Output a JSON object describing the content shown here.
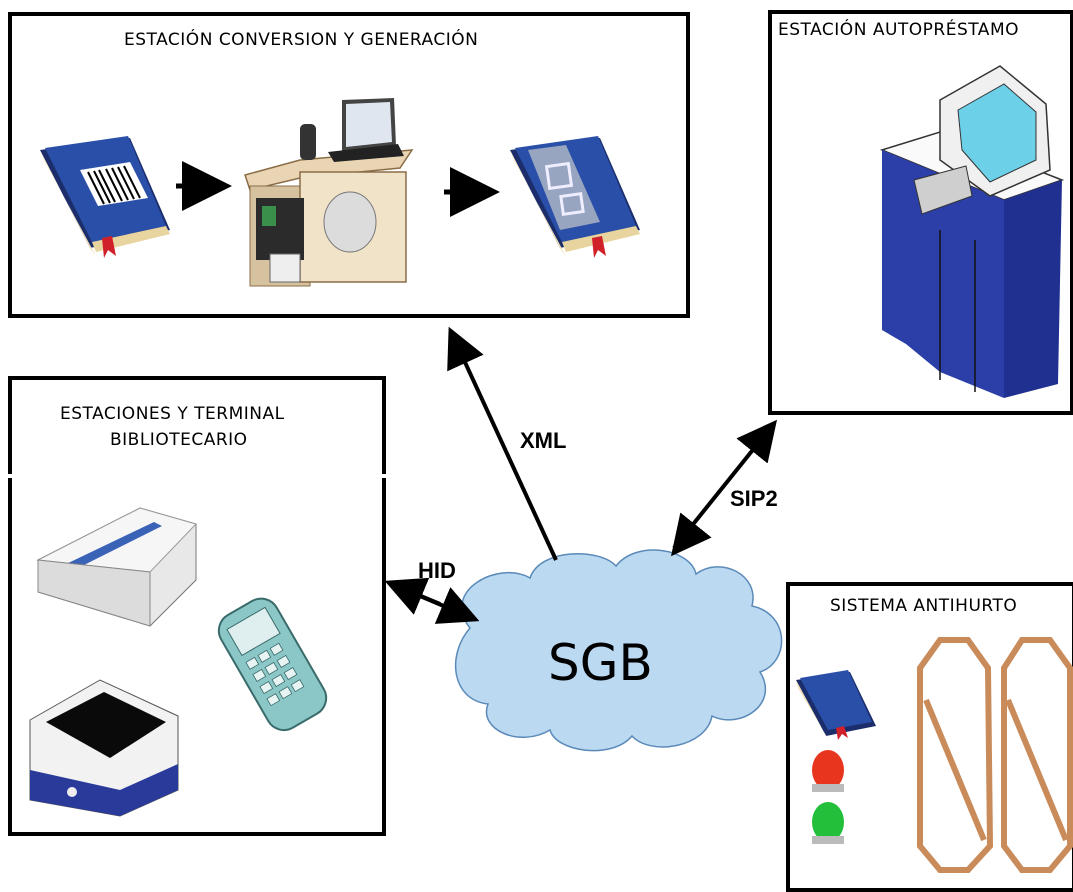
{
  "boxes": {
    "conversion": {
      "title": "ESTACIÓN CONVERSION Y GENERACIÓN"
    },
    "autoprestamo": {
      "title": "ESTACIÓN AUTOPRÉSTAMO"
    },
    "terminal": {
      "title_line1": "ESTACIONES Y TERMINAL",
      "title_line2": "BIBLIOTECARIO"
    },
    "antihurto": {
      "title": "SISTEMA ANTIHURTO"
    }
  },
  "center": {
    "label": "SGB"
  },
  "connections": {
    "xml": "XML",
    "sip2": "SIP2",
    "hid": "HID"
  },
  "colors": {
    "book_blue": "#2a4fa8",
    "cloud_fill": "#bcd9f2",
    "kiosk_blue": "#2c3fa8",
    "gate_color": "#c98b5a"
  }
}
